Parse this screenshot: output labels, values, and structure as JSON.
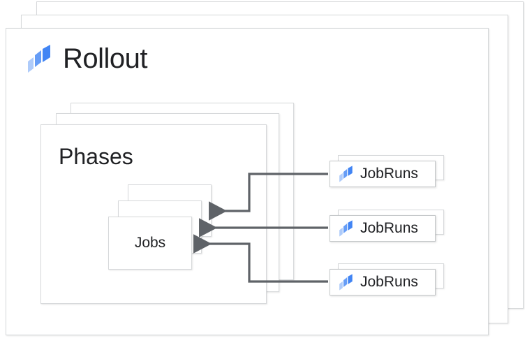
{
  "diagram": {
    "title": "Rollout",
    "logo_icon": "rollout-logo-icon",
    "colors": {
      "logo_light": "#aecbfa",
      "logo_mid": "#669df6",
      "logo_dark": "#4285f4",
      "card_border": "#d6d8da",
      "text": "#202124",
      "arrow": "#5f6368"
    },
    "phases": {
      "label": "Phases",
      "stack_count": 3
    },
    "jobs": {
      "label": "Jobs",
      "stack_count": 3
    },
    "jobruns": [
      {
        "label": "JobRuns",
        "icon": "rollout-logo-icon"
      },
      {
        "label": "JobRuns",
        "icon": "rollout-logo-icon"
      },
      {
        "label": "JobRuns",
        "icon": "rollout-logo-icon"
      }
    ],
    "connections": [
      {
        "from": "JobRuns 1",
        "to": "Jobs",
        "arrow": "left"
      },
      {
        "from": "JobRuns 2",
        "to": "Jobs",
        "arrow": "left"
      },
      {
        "from": "JobRuns 3",
        "to": "Jobs",
        "arrow": "left"
      }
    ]
  }
}
